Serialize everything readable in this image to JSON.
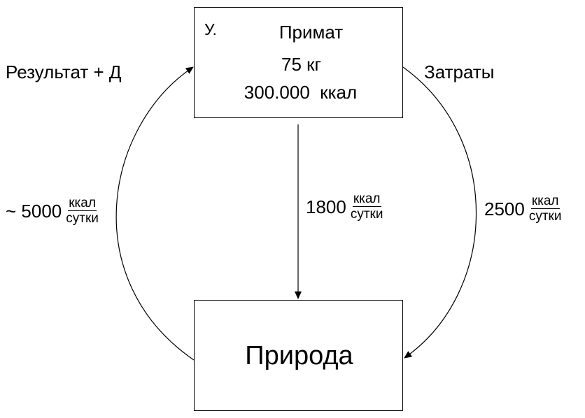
{
  "primate_box": {
    "corner_label": "У.",
    "title": "Примат",
    "mass": "75 кг",
    "energy": "300.000  ккал"
  },
  "nature_box": {
    "title": "Природа"
  },
  "labels": {
    "left_top": "Результат + Д",
    "right_top": "Затраты"
  },
  "flows": {
    "left": {
      "prefix": "~ 5000",
      "unit_top": "ккал",
      "unit_bottom": "сутки"
    },
    "center": {
      "prefix": "1800",
      "unit_top": "ккал",
      "unit_bottom": "сутки"
    },
    "right": {
      "prefix": "2500",
      "unit_top": "ккал",
      "unit_bottom": "сутки"
    }
  },
  "colors": {
    "stroke": "#000000",
    "background": "#ffffff"
  }
}
